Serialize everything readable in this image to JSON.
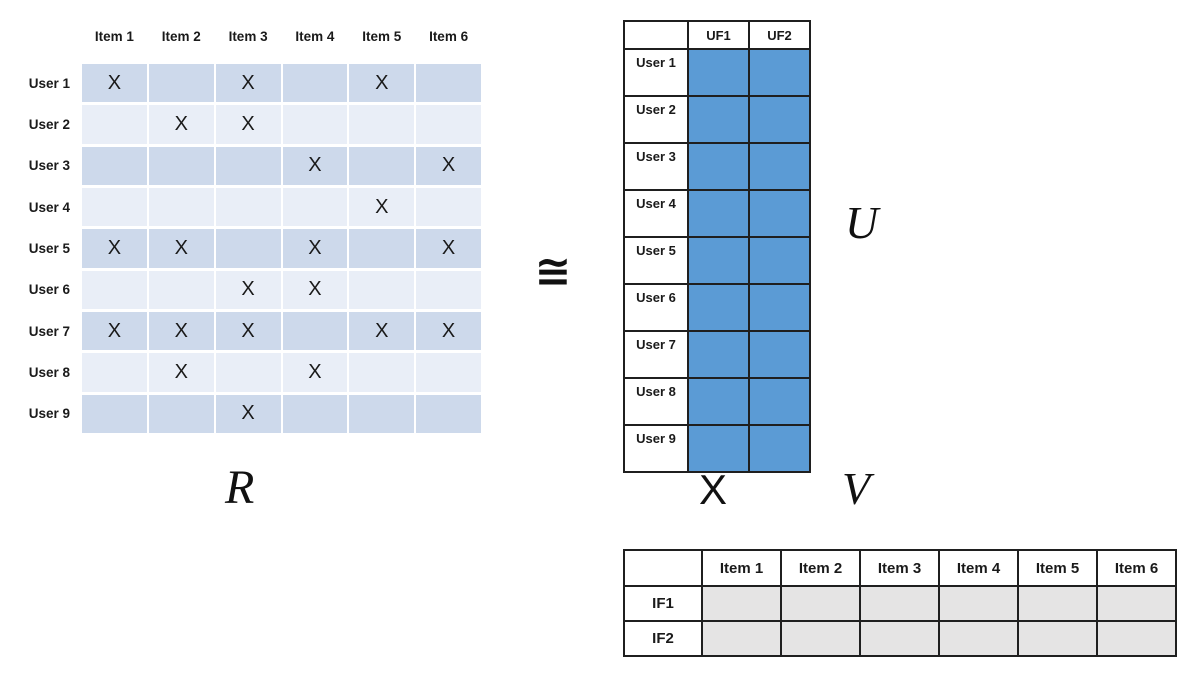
{
  "labels": {
    "r": "R",
    "u": "U",
    "v": "V",
    "times": "X",
    "approx": "≅"
  },
  "r_matrix": {
    "col_headers": [
      "Item 1",
      "Item 2",
      "Item 3",
      "Item 4",
      "Item 5",
      "Item 6"
    ],
    "row_headers": [
      "User 1",
      "User 2",
      "User 3",
      "User 4",
      "User 5",
      "User 6",
      "User 7",
      "User 8",
      "User 9"
    ],
    "mark_char": "X",
    "x_cells": [
      [
        1,
        3,
        5
      ],
      [
        2,
        3
      ],
      [
        4,
        6
      ],
      [
        5
      ],
      [
        1,
        2,
        4,
        6
      ],
      [
        3,
        4
      ],
      [
        1,
        2,
        3,
        5,
        6
      ],
      [
        2,
        4
      ],
      [
        3
      ]
    ]
  },
  "u_matrix": {
    "col_headers": [
      "UF1",
      "UF2"
    ],
    "row_headers": [
      "User 1",
      "User 2",
      "User 3",
      "User 4",
      "User 5",
      "User 6",
      "User 7",
      "User 8",
      "User 9"
    ]
  },
  "v_matrix": {
    "col_headers": [
      "Item 1",
      "Item 2",
      "Item 3",
      "Item 4",
      "Item 5",
      "Item 6"
    ],
    "row_headers": [
      "IF1",
      "IF2"
    ]
  },
  "colors": {
    "r_row_dark": "#CDD9EB",
    "r_row_light": "#E9EEF7",
    "u_cell_fill": "#5B9BD5",
    "v_cell_fill": "#E5E4E4",
    "table_border": "#1f1f1f"
  }
}
